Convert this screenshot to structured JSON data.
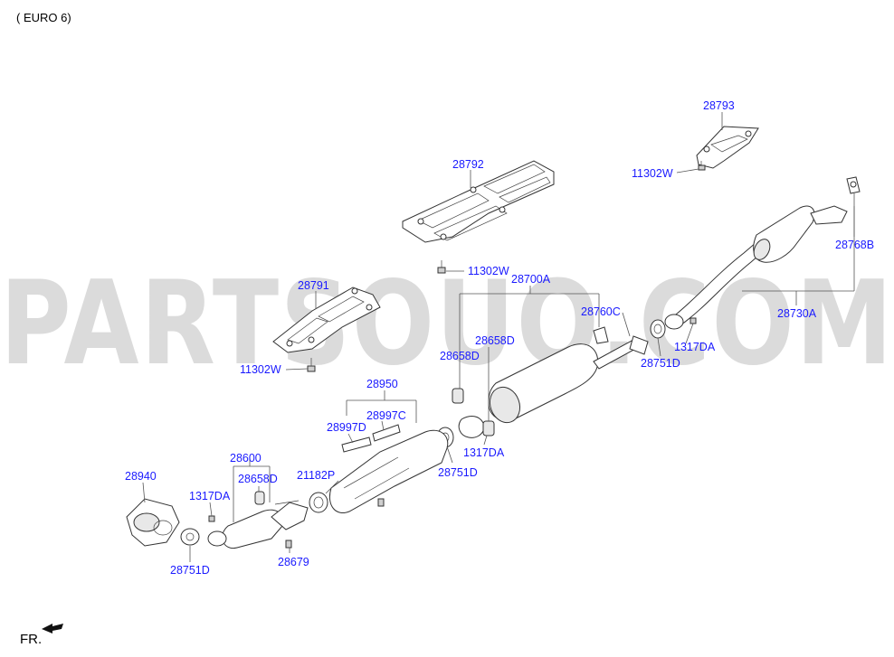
{
  "header": {
    "text": "(  EURO 6)"
  },
  "watermark": {
    "text": "PARTSOUQ.COM"
  },
  "direction": {
    "text": "FR."
  },
  "labels": [
    {
      "key": "28793",
      "text": "28793"
    },
    {
      "key": "11302W_a",
      "text": "11302W"
    },
    {
      "key": "28792",
      "text": "28792"
    },
    {
      "key": "28768B",
      "text": "28768B"
    },
    {
      "key": "11302W_b",
      "text": "11302W"
    },
    {
      "key": "28700A",
      "text": "28700A"
    },
    {
      "key": "28791",
      "text": "28791"
    },
    {
      "key": "28760C",
      "text": "28760C"
    },
    {
      "key": "28730A",
      "text": "28730A"
    },
    {
      "key": "28658D_a",
      "text": "28658D"
    },
    {
      "key": "1317DA_a",
      "text": "1317DA"
    },
    {
      "key": "28658D_b",
      "text": "28658D"
    },
    {
      "key": "28751D_a",
      "text": "28751D"
    },
    {
      "key": "11302W_c",
      "text": "11302W"
    },
    {
      "key": "28950",
      "text": "28950"
    },
    {
      "key": "28997D",
      "text": "28997D"
    },
    {
      "key": "28997C",
      "text": "28997C"
    },
    {
      "key": "1317DA_b",
      "text": "1317DA"
    },
    {
      "key": "28600",
      "text": "28600"
    },
    {
      "key": "28751D_b",
      "text": "28751D"
    },
    {
      "key": "28940",
      "text": "28940"
    },
    {
      "key": "28658D_c",
      "text": "28658D"
    },
    {
      "key": "21182P",
      "text": "21182P"
    },
    {
      "key": "1317DA_c",
      "text": "1317DA"
    },
    {
      "key": "28679",
      "text": "28679"
    },
    {
      "key": "28751D_c",
      "text": "28751D"
    }
  ]
}
